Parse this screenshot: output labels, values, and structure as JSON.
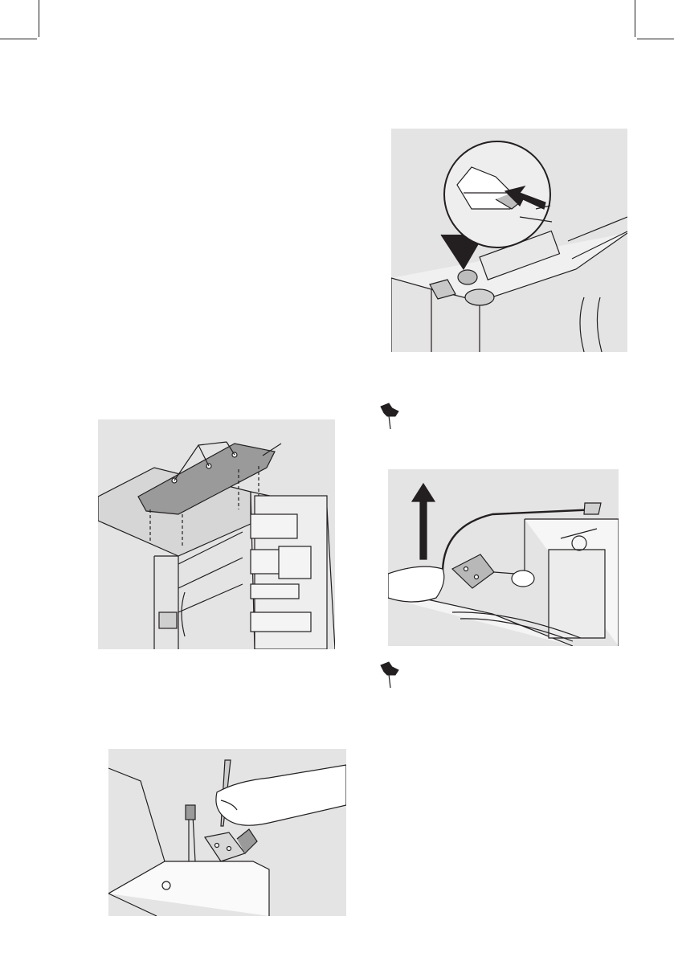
{
  "page": {
    "background": "#ffffff",
    "figure_background": "#e4e4e4",
    "line_color": "#231f20"
  },
  "figures": [
    {
      "id": "fig-hinge-bracket",
      "icon": "refrigerator-top-bracket-illustration"
    },
    {
      "id": "fig-hinge-marking",
      "icon": "pencil-marking-illustration"
    },
    {
      "id": "fig-hinge-cover",
      "icon": "hinge-cover-zoom-illustration"
    },
    {
      "id": "fig-wire-lift",
      "icon": "wire-lift-illustration"
    }
  ],
  "notes": [
    {
      "icon": "pushpin-note-icon"
    },
    {
      "icon": "pushpin-note-icon"
    }
  ]
}
